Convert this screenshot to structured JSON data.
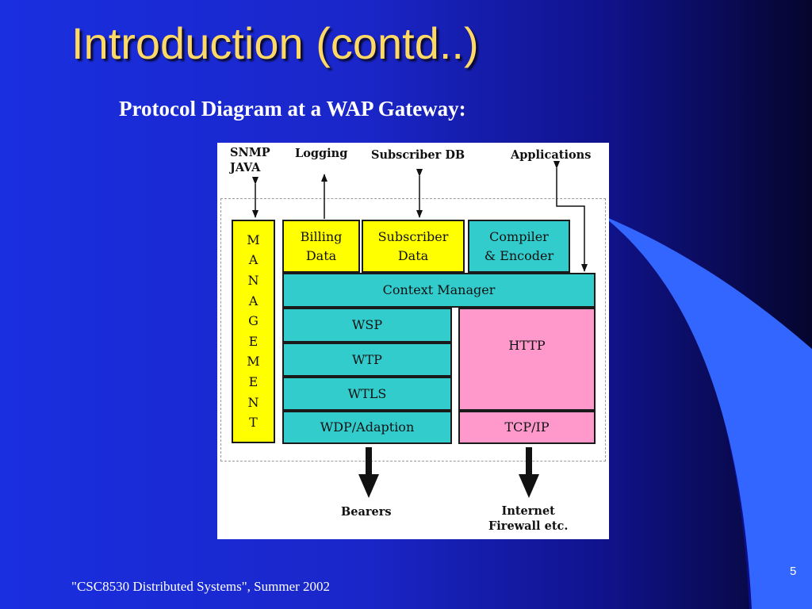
{
  "slide": {
    "title": "Introduction (contd..)",
    "subtitle": "Protocol Diagram at a WAP Gateway:",
    "footer": "\"CSC8530 Distributed Systems\", Summer 2002",
    "page_number": "5"
  },
  "diagram": {
    "top_labels": {
      "snmp_java": "SNMP\nJAVA",
      "logging": "Logging",
      "subscriber_db": "Subscriber DB",
      "applications": "Applications"
    },
    "management_letters": [
      "M",
      "A",
      "N",
      "A",
      "G",
      "E",
      "M",
      "E",
      "N",
      "T"
    ],
    "boxes": {
      "billing_data": "Billing\nData",
      "subscriber_data": "Subscriber\nData",
      "compiler_encoder": "Compiler\n& Encoder",
      "context_manager": "Context Manager",
      "wsp": "WSP",
      "wtp": "WTP",
      "wtls": "WTLS",
      "wdp_adaption": "WDP/Adaption",
      "http": "HTTP",
      "tcp_ip": "TCP/IP"
    },
    "bottom_labels": {
      "bearers": "Bearers",
      "internet_firewall": "Internet\nFirewall etc."
    },
    "colors": {
      "yellow": "#ffff00",
      "cyan": "#33cccc",
      "pink": "#ff99cc"
    }
  }
}
